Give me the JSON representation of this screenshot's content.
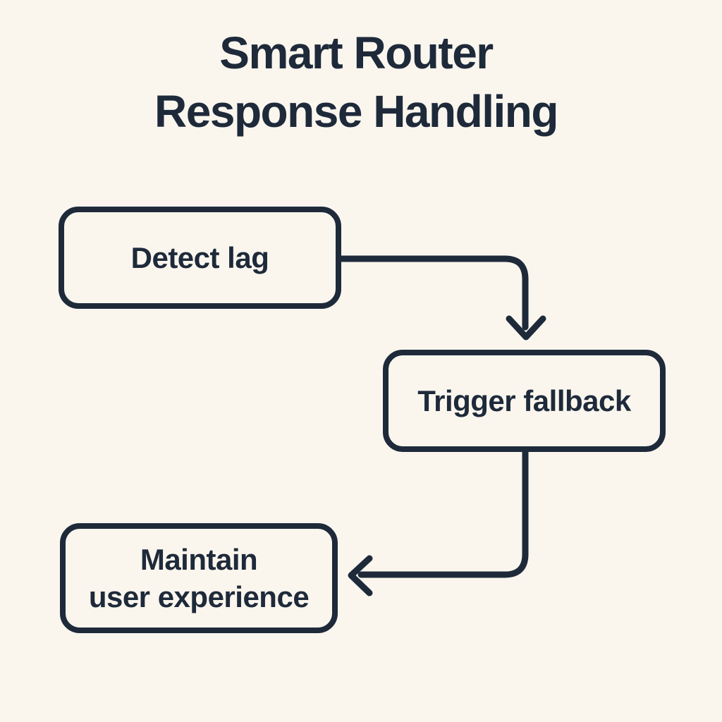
{
  "title": "Smart Router\nResponse Handling",
  "nodes": [
    {
      "id": "detect-lag",
      "label": "Detect lag"
    },
    {
      "id": "trigger-fallback",
      "label": "Trigger fallback"
    },
    {
      "id": "maintain-user-experience",
      "label": "Maintain\nuser experience"
    }
  ],
  "edges": [
    {
      "from": "detect-lag",
      "to": "trigger-fallback",
      "path": "right-then-down",
      "arrowhead": "open-chevron-down"
    },
    {
      "from": "trigger-fallback",
      "to": "maintain-user-experience",
      "path": "down-then-left",
      "arrowhead": "open-chevron-left"
    }
  ],
  "colors": {
    "background": "#faf6ee",
    "ink": "#1e2a3a"
  }
}
